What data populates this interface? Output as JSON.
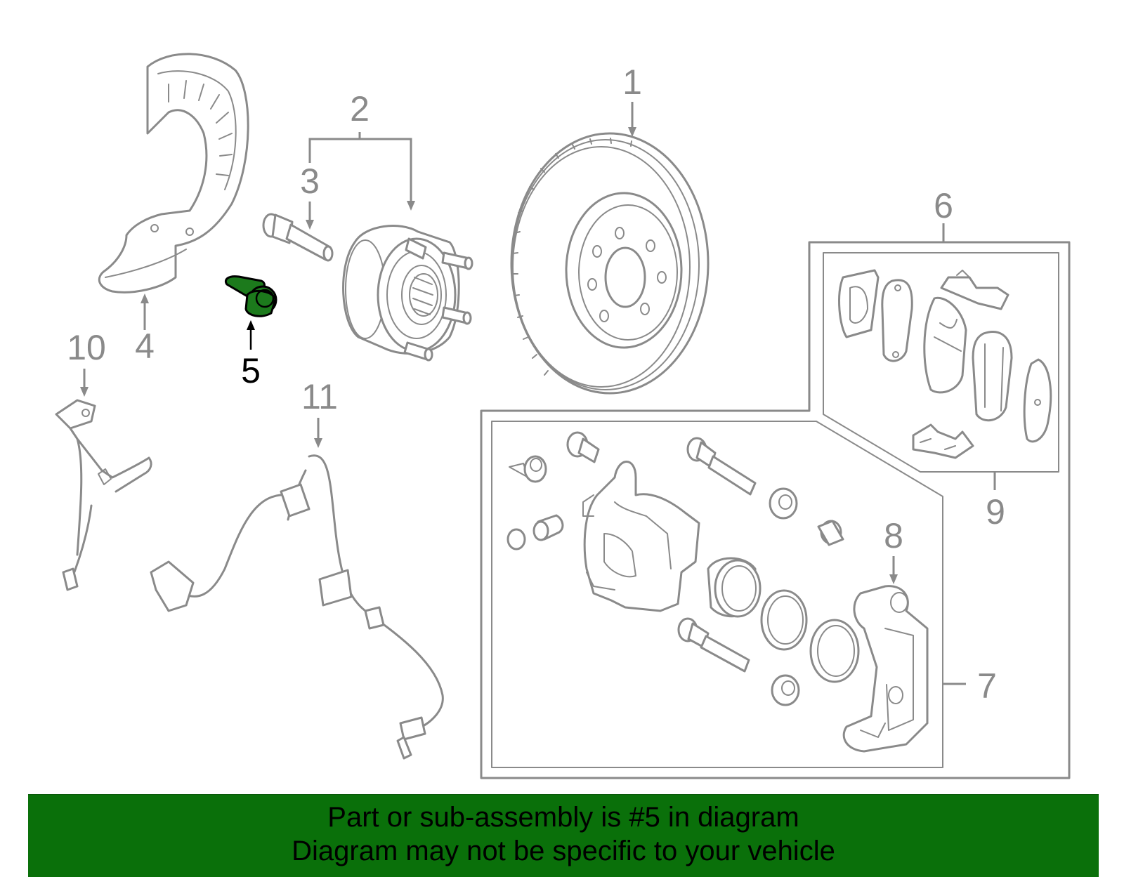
{
  "diagram": {
    "highlighted_part": "5",
    "highlight_color": "#1c7a1c",
    "line_color": "#8a8a8a",
    "callouts": [
      "1",
      "2",
      "3",
      "4",
      "5",
      "6",
      "7",
      "8",
      "9",
      "10",
      "11"
    ]
  },
  "banner": {
    "background_color": "#0a700a",
    "line1": "Part or sub-assembly is #5 in diagram",
    "line2": "Diagram may not be specific to your vehicle"
  }
}
